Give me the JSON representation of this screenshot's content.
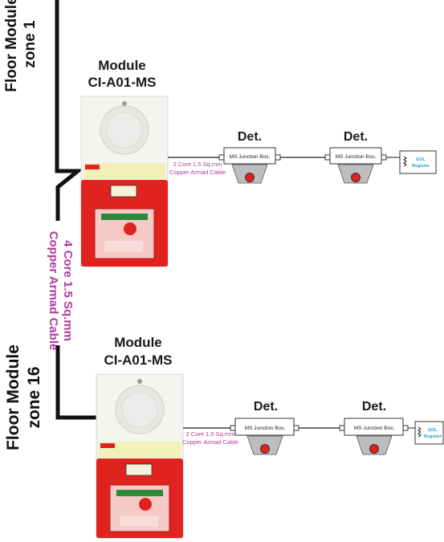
{
  "zone_top": {
    "title_line1": "Floor Module",
    "title_line2": "zone 1",
    "module_label": "Module",
    "module_model": "CI-A01-MS",
    "cable_label_line1": "2 Core 1.5 Sq.mm",
    "cable_label_line2": "Copper Armad Cable",
    "detector_1_label": "Det.",
    "detector_2_label": "Det.",
    "junction_box_1": "MS Junction Box,",
    "junction_box_2": "MS Junction Box,",
    "eol_line1": "EOL",
    "eol_line2": "Register"
  },
  "zone_bottom": {
    "title_line1": "Floor Module",
    "title_line2": "zone 16",
    "module_label": "Module",
    "module_model": "CI-A01-MS",
    "cable_label_line1": "2 Core 1.5 Sq.mm",
    "cable_label_line2": "Copper Armad Cable",
    "detector_1_label": "Det.",
    "detector_2_label": "Det.",
    "junction_box_1": "MS Junction Box,",
    "junction_box_2": "MS Junction Box,",
    "eol_line1": "EOL",
    "eol_line2": "Register"
  },
  "riser_cable": {
    "line1": "4 Core 1.5 Sq.mm",
    "line2": "Copper Armad Cable"
  },
  "colors": {
    "riser_line": "#111111",
    "cable_text": "#b23a9e",
    "eol_text": "#1e9fd8",
    "module_red": "#e0231f"
  }
}
